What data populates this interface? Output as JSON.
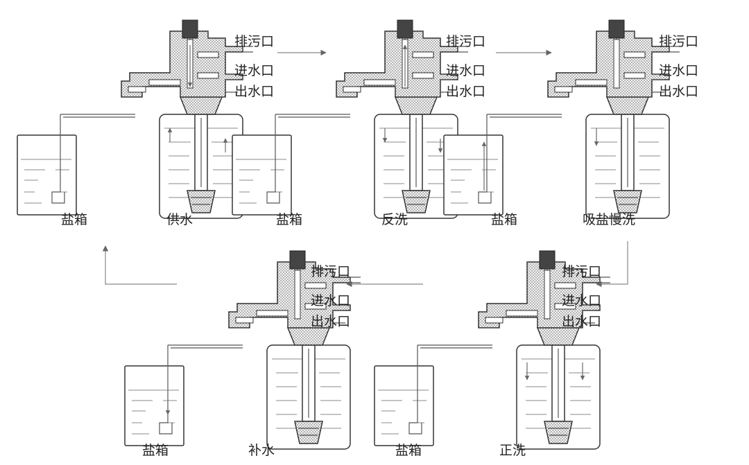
{
  "port_labels": {
    "drain": "排污口",
    "inlet": "进水口",
    "outlet": "出水口"
  },
  "stages": [
    {
      "id": "service",
      "brine_label": "盐箱",
      "stage_label": "供水"
    },
    {
      "id": "backwash",
      "brine_label": "盐箱",
      "stage_label": "反洗"
    },
    {
      "id": "brine",
      "brine_label": "盐箱",
      "stage_label": "吸盐慢洗"
    },
    {
      "id": "refill",
      "brine_label": "盐箱",
      "stage_label": "补水"
    },
    {
      "id": "fastrinse",
      "brine_label": "盐箱",
      "stage_label": "正洗"
    }
  ]
}
